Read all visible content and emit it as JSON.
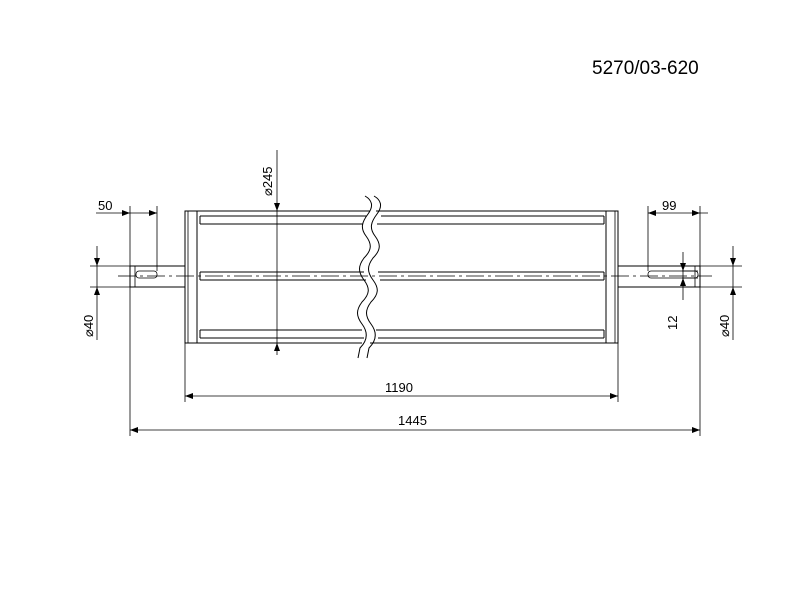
{
  "drawing": {
    "part_number": "5270/03-620"
  },
  "dimensions": {
    "diameter_roller": "⌀245",
    "shaft_key_length": "50",
    "right_shaft_length": "99",
    "diameter_left_shaft": "⌀40",
    "diameter_right_shaft": "⌀40",
    "key_width": "12",
    "body_length": "1190",
    "overall_length": "1445"
  }
}
